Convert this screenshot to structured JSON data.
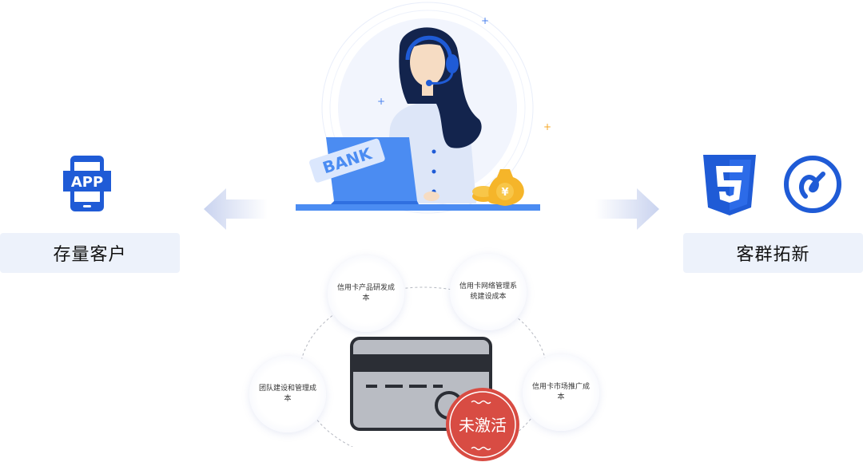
{
  "left": {
    "icon": "app-phone-icon",
    "icon_text": "APP",
    "label": "存量客户"
  },
  "right": {
    "icons": [
      "html5-icon",
      "swirl-logo-icon"
    ],
    "label": "客群拓新"
  },
  "center": {
    "illustration": "customer-service-agent-illustration",
    "bank_label": "BANK",
    "currency_symbol": "¥"
  },
  "bubbles": [
    {
      "id": "top-left",
      "text": "信用卡产品研发成本"
    },
    {
      "id": "top-right",
      "text": "信用卡网络管理系统建设成本"
    },
    {
      "id": "bottom-left",
      "text": "团队建设和管理成本"
    },
    {
      "id": "bottom-right",
      "text": "信用卡市场推广成本"
    }
  ],
  "stamp": {
    "text": "未激活"
  },
  "colors": {
    "accent_blue": "#1f5bd6",
    "stamp_red": "#d84c43",
    "card_gray": "#b9bcc3",
    "label_bg": "#edf2fb"
  }
}
